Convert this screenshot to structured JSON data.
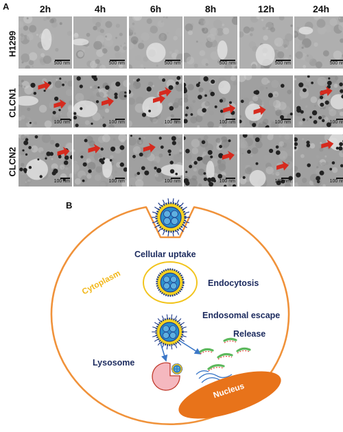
{
  "panel_a": {
    "letter": "A",
    "time_points": [
      "2h",
      "4h",
      "6h",
      "8h",
      "12h",
      "24h"
    ],
    "rows": [
      {
        "label": "H1299",
        "scale_bars": [
          "500 nm",
          "500 nm",
          "500 nm",
          "500 nm",
          "500 nm",
          "500 nm"
        ],
        "red_arrows": [
          0,
          0,
          0,
          0,
          0,
          0
        ]
      },
      {
        "label": "CLCN1",
        "scale_bars": [
          "100 nm",
          "100 nm",
          "100 nm",
          "100 nm",
          "100 nm",
          "100 nm"
        ],
        "red_arrows": [
          2,
          1,
          2,
          1,
          1,
          1
        ]
      },
      {
        "label": "CLCN2",
        "scale_bars": [
          "100 nm",
          "100 nm",
          "100 nm",
          "100 nm",
          "100 nm",
          "100 nm"
        ],
        "red_arrows": [
          1,
          1,
          1,
          1,
          1,
          1
        ]
      }
    ],
    "colors": {
      "arrow": "#d62a1e"
    }
  },
  "panel_b": {
    "letter": "B",
    "labels": {
      "uptake": "Cellular uptake",
      "endocytosis": "Endocytosis",
      "escape": "Endosomal escape",
      "release": "Release",
      "lysosome": "Lysosome",
      "cytoplasm": "Cytoplasm",
      "nucleus": "Nucleus"
    },
    "colors": {
      "cell_membrane": "#f0923a",
      "text_dark": "#1b2a5e",
      "cytoplasm_text": "#f2b81c",
      "nucleus": "#e8731a",
      "lysosome": "#f5b8bf",
      "particle_shell": "#f5d21e",
      "particle_core": "#1f7fb8",
      "particle_ring": "#1e3a8a",
      "release_green": "#5cb85c",
      "release_red": "#e0453a",
      "dna_blue": "#3c78c8"
    }
  }
}
